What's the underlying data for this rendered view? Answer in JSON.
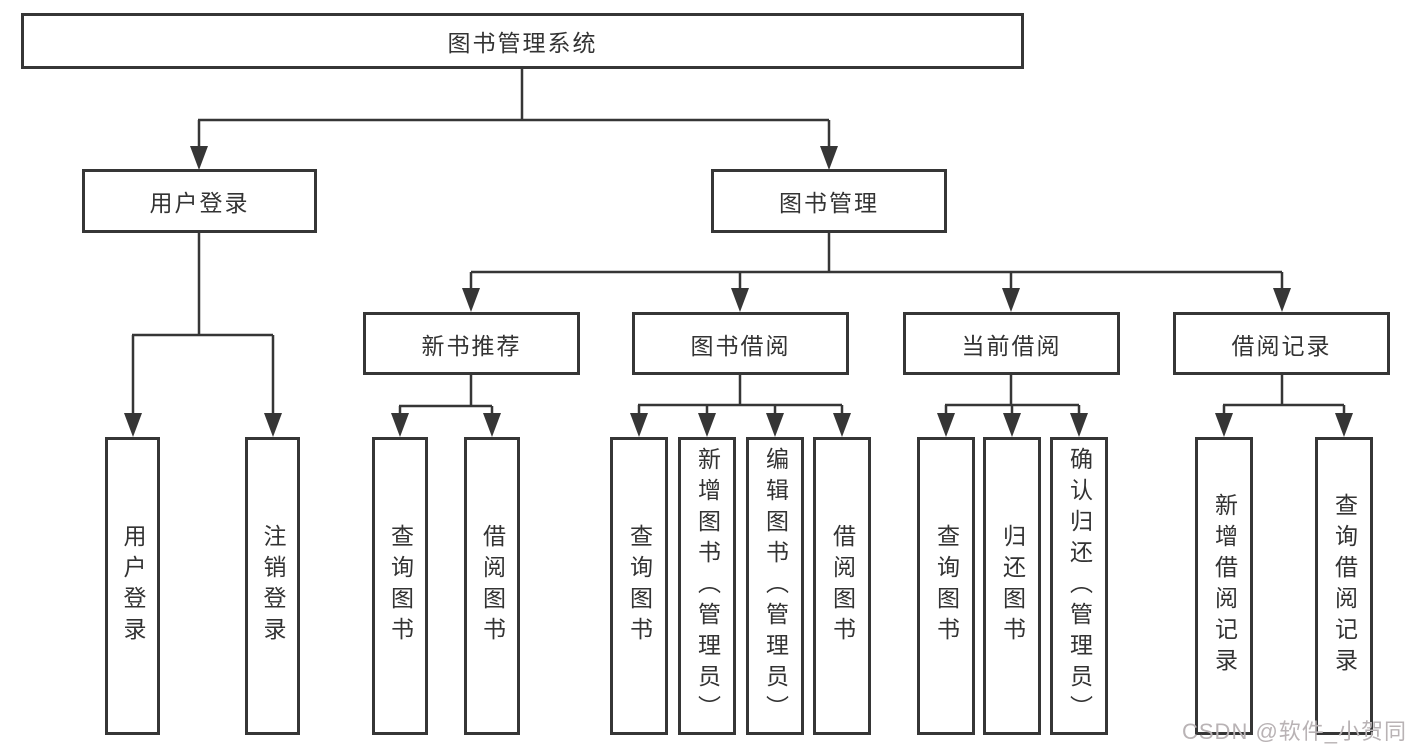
{
  "diagram": {
    "title_box": "图书管理系统",
    "level2": {
      "user_login": "用户登录",
      "book_management": "图书管理"
    },
    "level3": {
      "new_book_recommend": "新书推荐",
      "book_borrowing": "图书借阅",
      "current_borrowing": "当前借阅",
      "borrowing_records": "借阅记录"
    },
    "leaves": {
      "user_login_leaf": "用户登录",
      "logout": "注销登录",
      "query_books_recommend": "查询图书",
      "borrow_books_recommend": "借阅图书",
      "query_books_borrowing": "查询图书",
      "add_books_admin": "新增图书（管理员）",
      "edit_books_admin": "编辑图书（管理员）",
      "borrow_books_borrowing": "借阅图书",
      "query_books_current": "查询图书",
      "return_books": "归还图书",
      "confirm_return_admin": "确认归还（管理员）",
      "add_borrow_record": "新增借阅记录",
      "query_borrow_record": "查询借阅记录"
    }
  },
  "watermark": "CSDN @软件_小贺同学",
  "colors": {
    "line": "#363636",
    "text": "#333333",
    "watermark": "#b9b3b5",
    "background": "#ffffff"
  }
}
